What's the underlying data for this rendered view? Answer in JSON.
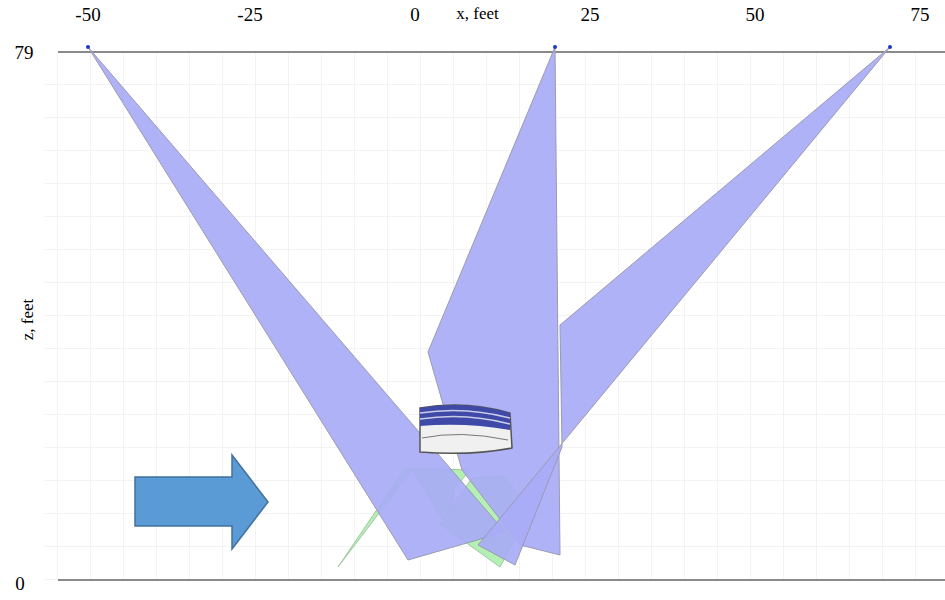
{
  "diagram": {
    "labels": [
      "-50",
      "-25",
      "0",
      "x, feet",
      "25",
      "50",
      "75",
      "79",
      "z, feet",
      "0"
    ]
  }
}
